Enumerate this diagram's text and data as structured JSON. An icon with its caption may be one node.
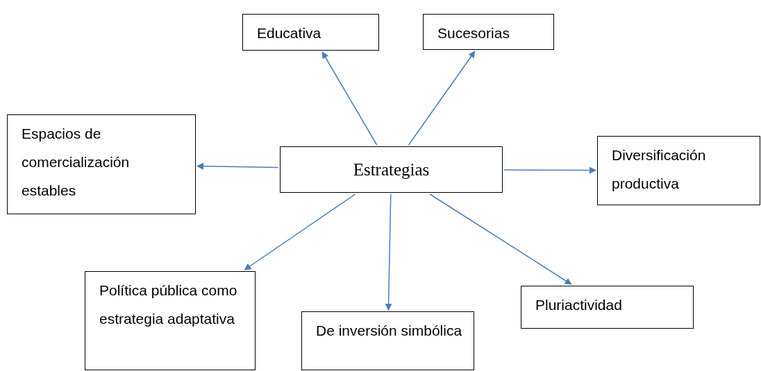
{
  "diagram": {
    "nodes": [
      {
        "text": [
          "Estrategias"
        ]
      },
      {
        "text": [
          "Educativa"
        ]
      },
      {
        "text": [
          "Sucesorias"
        ]
      },
      {
        "text": [
          "Espacios de comercialización estables"
        ]
      },
      {
        "text": [
          "Diversificación productiva"
        ]
      },
      {
        "text": [
          "Política pública como estrategia adaptativa"
        ]
      },
      {
        "text": [
          "De inversión simbólica"
        ]
      },
      {
        "text": [
          "Pluriactividad"
        ]
      }
    ],
    "edges": [
      {
        "from": 0,
        "to": 1,
        "arrow": "to"
      },
      {
        "from": 0,
        "to": 2,
        "arrow": "to"
      },
      {
        "from": 0,
        "to": 3,
        "arrow": "to"
      },
      {
        "from": 0,
        "to": 4,
        "arrow": "to"
      },
      {
        "from": 0,
        "to": 5,
        "arrow": "to"
      },
      {
        "from": 0,
        "to": 6,
        "arrow": "to"
      },
      {
        "from": 0,
        "to": 7,
        "arrow": "to"
      }
    ]
  }
}
